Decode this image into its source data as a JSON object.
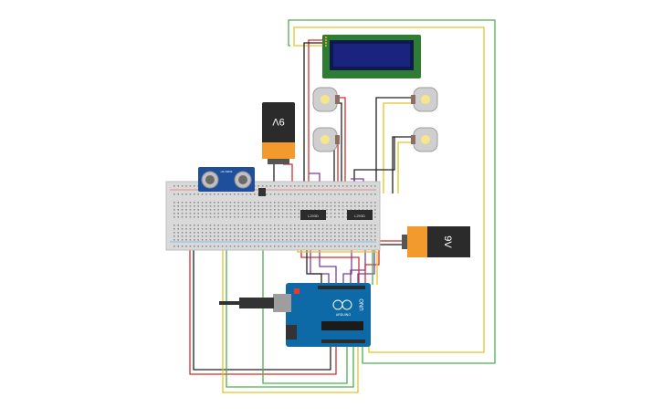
{
  "battery_top": {
    "label": "9V"
  },
  "battery_right": {
    "label": "9V"
  },
  "arduino": {
    "model": "UNO",
    "brand": "ARDUINO"
  },
  "ultrasonic": {
    "label": "HC-SR04"
  },
  "driver_left": {
    "label": "L293D"
  },
  "driver_right": {
    "label": "L293D"
  },
  "colors": {
    "wire_red": "#d32f2f",
    "wire_black": "#222222",
    "wire_green": "#4caf50",
    "wire_yellow": "#e6c229",
    "wire_purple": "#7b3fa0",
    "lcd_body": "#2e7d32",
    "lcd_screen": "#1a237e",
    "arduino_board": "#0d6aa6",
    "battery_orange": "#f29a2e"
  }
}
